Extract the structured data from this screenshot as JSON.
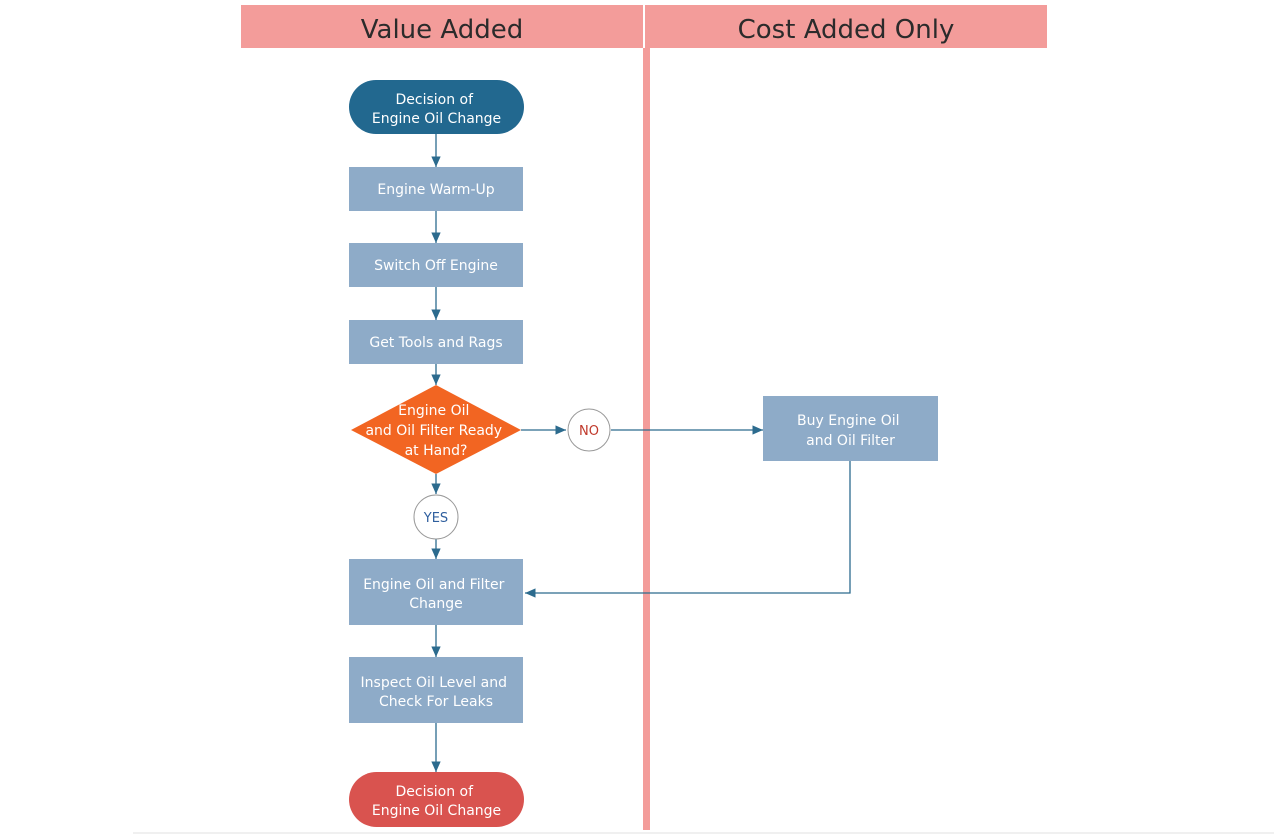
{
  "lanes": [
    {
      "title": "Value Added"
    },
    {
      "title": "Cost Added Only"
    }
  ],
  "nodes": {
    "start": {
      "lines": [
        "Decision of",
        "Engine Oil Change"
      ],
      "shape": "terminator",
      "color": "#22688f"
    },
    "warm_up": {
      "lines": [
        "Engine Warm-Up"
      ],
      "shape": "process",
      "color": "#8eabc8"
    },
    "switch_off": {
      "lines": [
        "Switch Off Engine"
      ],
      "shape": "process",
      "color": "#8eabc8"
    },
    "get_tools": {
      "lines": [
        "Get Tools and Rags"
      ],
      "shape": "process",
      "color": "#8eabc8"
    },
    "ready_check": {
      "lines": [
        "Engine Oil",
        "and Oil Filter Ready",
        "at Hand?"
      ],
      "shape": "decision",
      "color": "#f26522"
    },
    "buy": {
      "lines": [
        "Buy Engine Oil",
        "and Oil Filter"
      ],
      "shape": "process",
      "color": "#8eabc8"
    },
    "change": {
      "lines": [
        "Engine Oil and Filter",
        "Change"
      ],
      "shape": "process",
      "color": "#8eabc8"
    },
    "inspect": {
      "lines": [
        "Inspect Oil Level and",
        "Check For Leaks"
      ],
      "shape": "process",
      "color": "#8eabc8"
    },
    "end": {
      "lines": [
        "Decision of",
        "Engine Oil Change"
      ],
      "shape": "terminator",
      "color": "#d9534f"
    }
  },
  "branch_labels": {
    "no": "NO",
    "yes": "YES"
  },
  "colors": {
    "lane_header": "#f39c9a",
    "lane_divider": "#f39c9a",
    "connector": "#2c6b8e",
    "label_no": "#c0392b",
    "label_yes": "#2f5f9e"
  }
}
